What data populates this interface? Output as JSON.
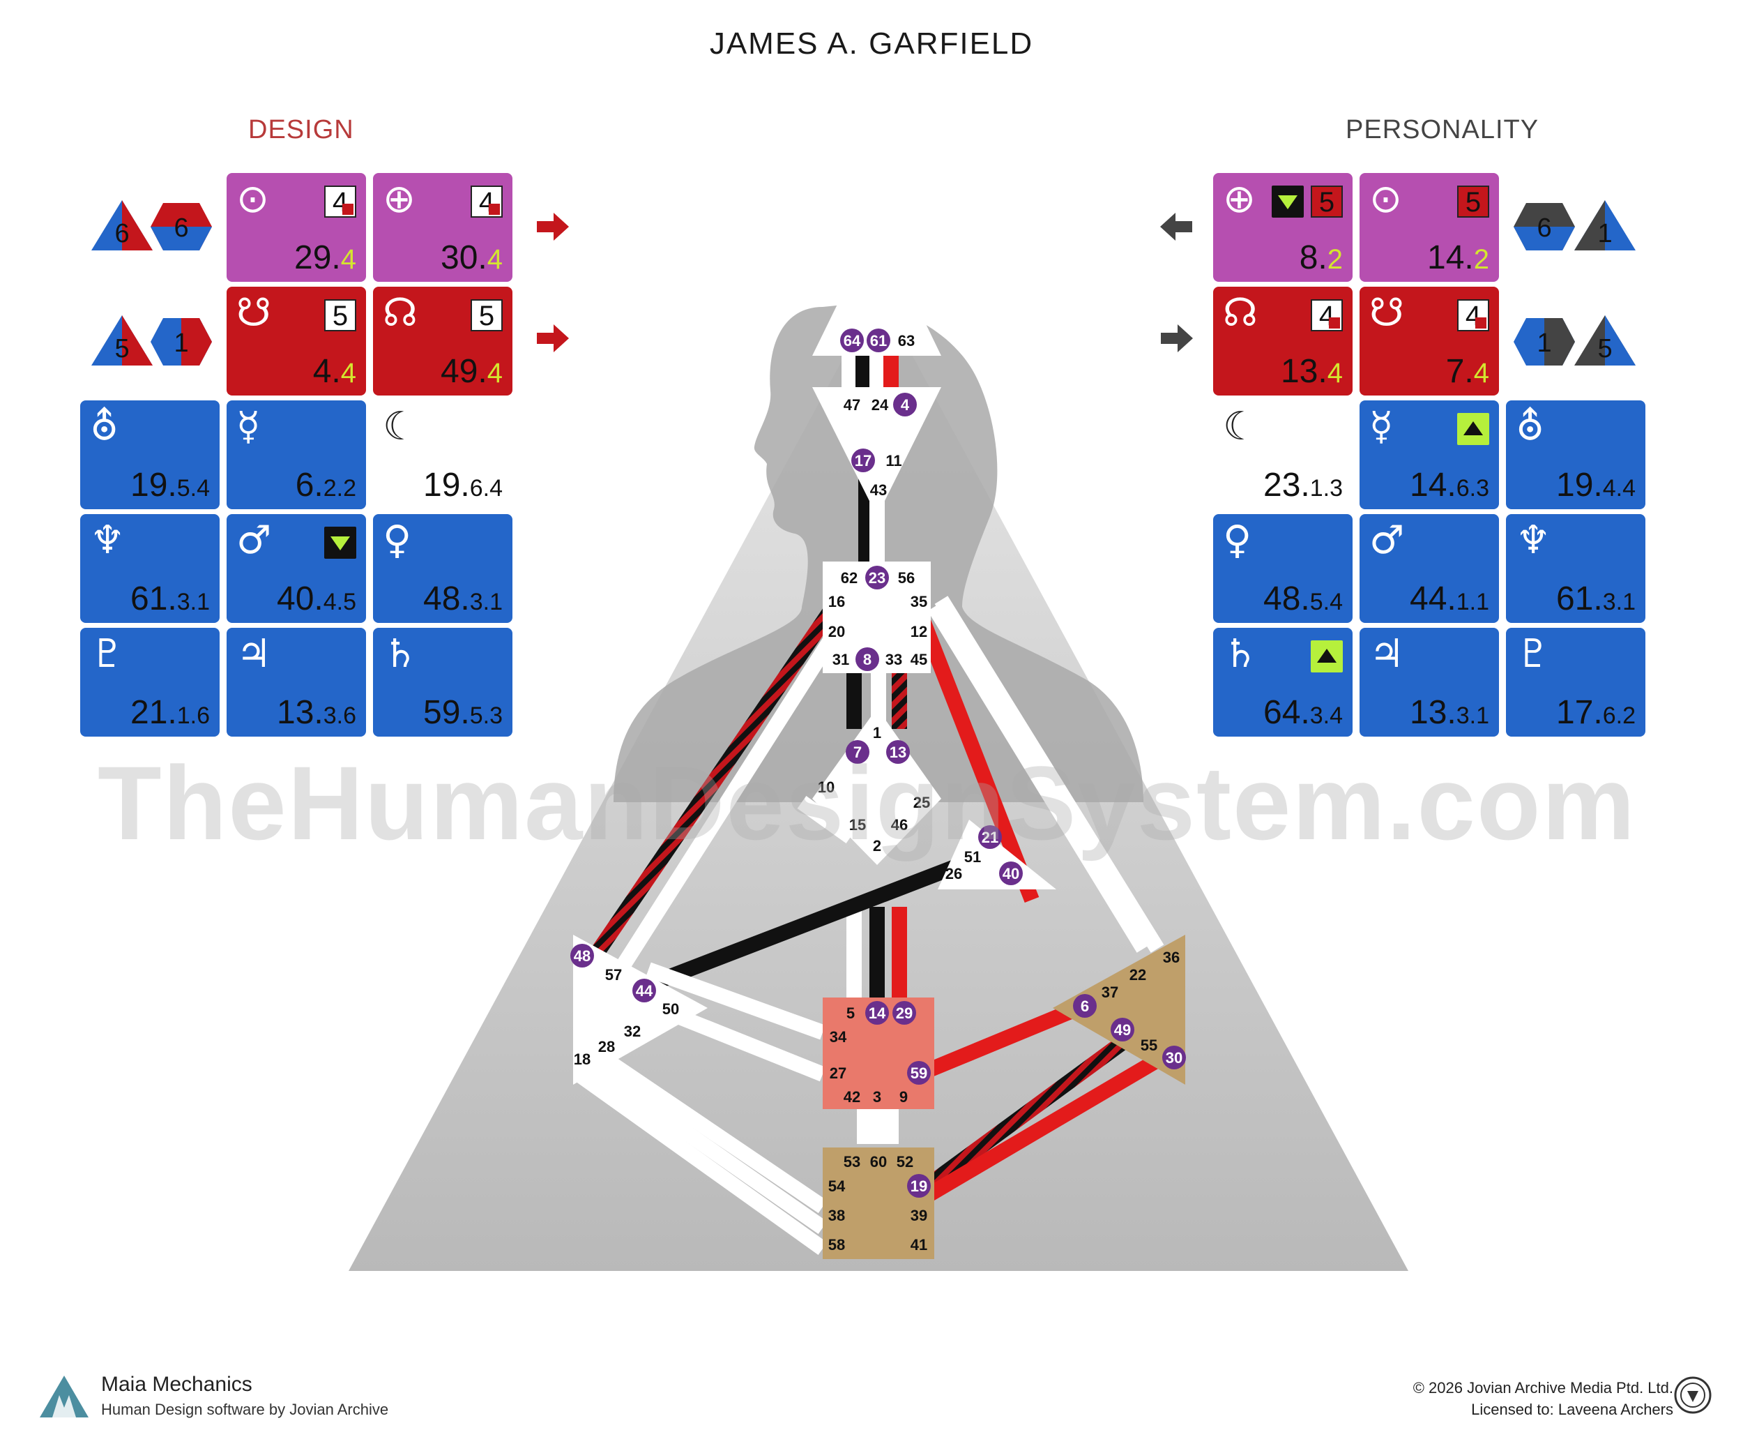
{
  "title": "JAMES A. GARFIELD",
  "design": {
    "label": "DESIGN",
    "cells": [
      {
        "planet": "sun",
        "glyph": "⊙",
        "color": "purple",
        "value": "29.",
        "hl": "4",
        "line": "4"
      },
      {
        "planet": "earth",
        "glyph": "⊕",
        "color": "purple",
        "value": "30.",
        "hl": "4",
        "line": "4"
      },
      {
        "planet": "south-node",
        "glyph": "☋",
        "color": "red",
        "value": "4.",
        "hl": "4",
        "line": "5"
      },
      {
        "planet": "north-node",
        "glyph": "☊",
        "color": "red",
        "value": "49.",
        "hl": "4",
        "line": "5"
      },
      {
        "planet": "uranus",
        "glyph": "⛢",
        "color": "blue",
        "value": "19.",
        "sub": "5.4"
      },
      {
        "planet": "mercury",
        "glyph": "☿",
        "color": "blue",
        "value": "6.",
        "sub": "2.2"
      },
      {
        "planet": "moon",
        "glyph": "☾",
        "color": "plain",
        "value": "19.",
        "sub": "6.4"
      },
      {
        "planet": "neptune",
        "glyph": "♆",
        "color": "blue",
        "value": "61.",
        "sub": "3.1"
      },
      {
        "planet": "mars",
        "glyph": "♂",
        "color": "blue",
        "value": "40.",
        "sub": "4.5"
      },
      {
        "planet": "venus",
        "glyph": "♀",
        "color": "blue",
        "value": "48.",
        "sub": "3.1"
      },
      {
        "planet": "pluto",
        "glyph": "♇",
        "color": "blue",
        "value": "21.",
        "sub": "1.6"
      },
      {
        "planet": "jupiter",
        "glyph": "♃",
        "color": "blue",
        "value": "13.",
        "sub": "3.6"
      },
      {
        "planet": "saturn",
        "glyph": "♄",
        "color": "blue",
        "value": "59.",
        "sub": "5.3"
      }
    ],
    "variables": [
      "6",
      "6",
      "5",
      "1"
    ]
  },
  "personality": {
    "label": "PERSONALITY",
    "cells": [
      {
        "planet": "earth",
        "glyph": "⊕",
        "color": "purple",
        "value": "8.",
        "hl": "2",
        "line": "5"
      },
      {
        "planet": "sun",
        "glyph": "⊙",
        "color": "purple",
        "value": "14.",
        "hl": "2",
        "line": "5"
      },
      {
        "planet": "north-node",
        "glyph": "☊",
        "color": "red",
        "value": "13.",
        "hl": "4",
        "line": "4"
      },
      {
        "planet": "south-node",
        "glyph": "☋",
        "color": "red",
        "value": "7.",
        "hl": "4",
        "line": "4"
      },
      {
        "planet": "moon",
        "glyph": "☾",
        "color": "plain",
        "value": "23.",
        "sub": "1.3"
      },
      {
        "planet": "mercury",
        "glyph": "☿",
        "color": "blue",
        "value": "14.",
        "sub": "6.3"
      },
      {
        "planet": "uranus",
        "glyph": "⛢",
        "color": "blue",
        "value": "19.",
        "sub": "4.4"
      },
      {
        "planet": "venus",
        "glyph": "♀",
        "color": "blue",
        "value": "48.",
        "sub": "5.4"
      },
      {
        "planet": "mars",
        "glyph": "♂",
        "color": "blue",
        "value": "44.",
        "sub": "1.1"
      },
      {
        "planet": "neptune",
        "glyph": "♆",
        "color": "blue",
        "value": "61.",
        "sub": "3.1"
      },
      {
        "planet": "saturn",
        "glyph": "♄",
        "color": "blue",
        "value": "64.",
        "sub": "3.4"
      },
      {
        "planet": "jupiter",
        "glyph": "♃",
        "color": "blue",
        "value": "13.",
        "sub": "3.1"
      },
      {
        "planet": "pluto",
        "glyph": "♇",
        "color": "blue",
        "value": "17.",
        "sub": "6.2"
      }
    ],
    "variables": [
      "6",
      "1",
      "1",
      "5"
    ]
  },
  "gates": {
    "head": [
      "64",
      "61",
      "63"
    ],
    "ajna": [
      "47",
      "24",
      "4",
      "17",
      "11",
      "43"
    ],
    "throat": [
      "62",
      "23",
      "56",
      "16",
      "35",
      "20",
      "12",
      "31",
      "8",
      "33",
      "45"
    ],
    "g": [
      "1",
      "7",
      "13",
      "10",
      "25",
      "15",
      "46",
      "2"
    ],
    "ego": [
      "21",
      "51",
      "26",
      "40"
    ],
    "spleen": [
      "48",
      "57",
      "44",
      "50",
      "32",
      "28",
      "18"
    ],
    "sacral": [
      "5",
      "14",
      "29",
      "34",
      "27",
      "59",
      "42",
      "3",
      "9"
    ],
    "solar_plexus": [
      "36",
      "22",
      "37",
      "6",
      "49",
      "55",
      "30"
    ],
    "root": [
      "53",
      "60",
      "52",
      "54",
      "19",
      "38",
      "39",
      "58",
      "41"
    ]
  },
  "watermark": "TheHumanDesignSystem.com",
  "footer": {
    "brand": "Maia Mechanics",
    "subtitle": "Human Design software by Jovian Archive",
    "copyright": "© 2026 Jovian Archive Media Ptd. Ltd.",
    "license": "Licensed to: Laveena Archers"
  },
  "colors": {
    "design": "#c4161c",
    "personality": "#111111",
    "purple": "#b64fb0",
    "blue": "#2466c9",
    "sacral": "#e9796b",
    "solar_plexus": "#bf9f6a",
    "root": "#bf9f6a",
    "gate_active": "#6a2f8c"
  }
}
